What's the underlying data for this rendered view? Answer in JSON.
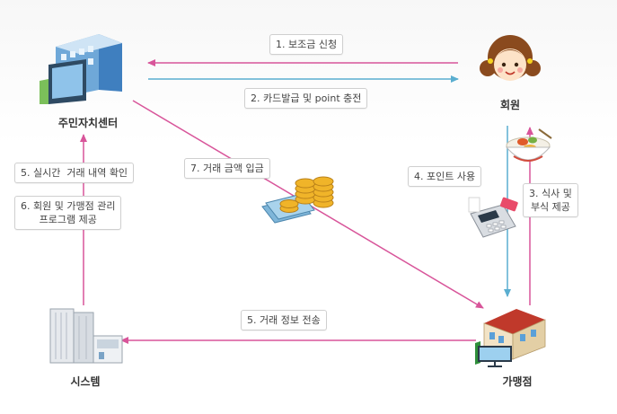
{
  "nodes": {
    "center": "주민자치센터",
    "member": "회원",
    "system": "시스템",
    "store": "가맹점"
  },
  "steps": {
    "s1": "1. 보조금 신청",
    "s2": "2. 카드발급 및 point 충전",
    "s3": "3. 식사 및\n부식 제공",
    "s4": "4. 포인트 사용",
    "s5a": "5. 실시간  거래 내역 확인",
    "s5b": "5. 거래 정보 전송",
    "s6": "6. 회원 및 가맹점 관리\n프로그램 제공",
    "s7": "7. 거래 금액 입금"
  },
  "colors": {
    "blue_arrow": "#5aaed0",
    "pink_arrow": "#d8559a",
    "box_border": "#cfcfcf"
  },
  "icons": {
    "center": "office-building-icon",
    "member": "girl-avatar-icon",
    "system": "server-system-icon",
    "store": "store-building-icon",
    "food": "food-bowl-icon",
    "card_terminal": "card-terminal-icon",
    "money": "coins-money-icon"
  }
}
